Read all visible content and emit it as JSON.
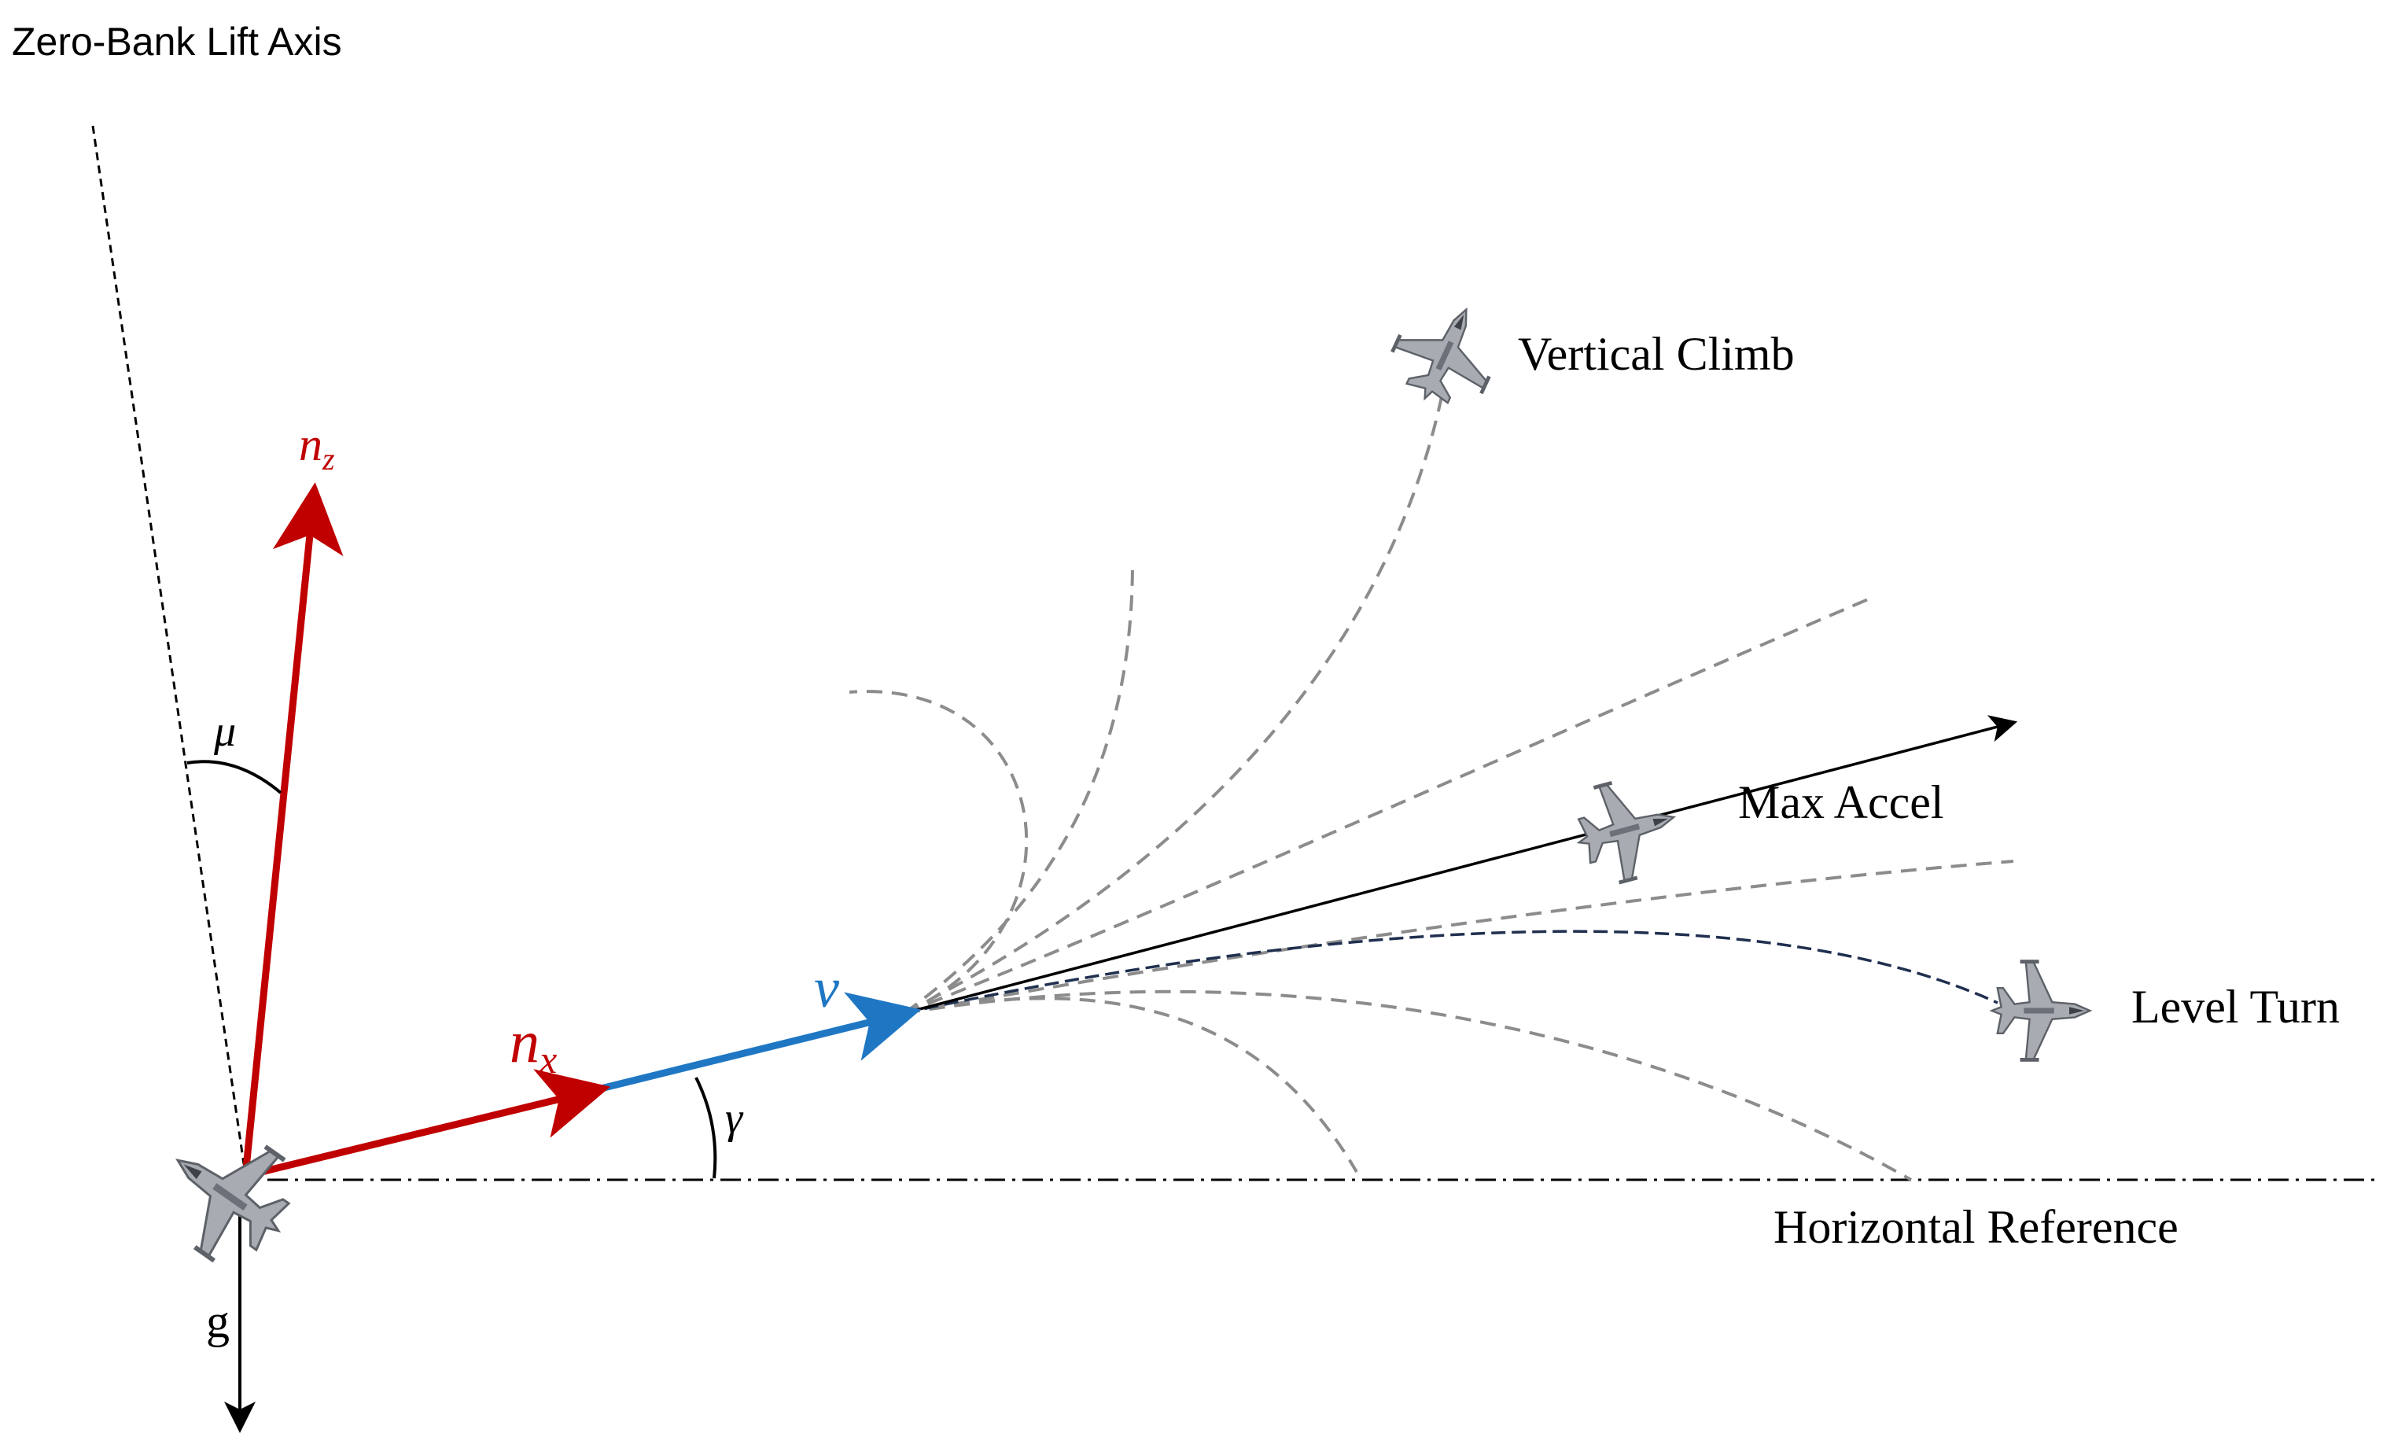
{
  "labels": {
    "lift_axis": "Zero-Bank Lift Axis",
    "vertical_climb": "Vertical Climb",
    "max_accel": "Max Accel",
    "level_turn": "Level Turn",
    "horizontal_reference": "Horizontal Reference",
    "gravity": "g",
    "mu": "μ",
    "gamma": "γ",
    "velocity": "v",
    "nx_base": "n",
    "nx_sub": "x",
    "nz_base": "n",
    "nz_sub": "z"
  },
  "colors": {
    "red_vector": "#c00000",
    "blue_vector": "#1f77c4",
    "black": "#000000",
    "gray_dash": "#8c8c8c",
    "navy_dash": "#1f2f4f",
    "jet_body": "#a8acb2",
    "jet_dark": "#5d6168"
  },
  "icons": [
    "jet-icon"
  ]
}
